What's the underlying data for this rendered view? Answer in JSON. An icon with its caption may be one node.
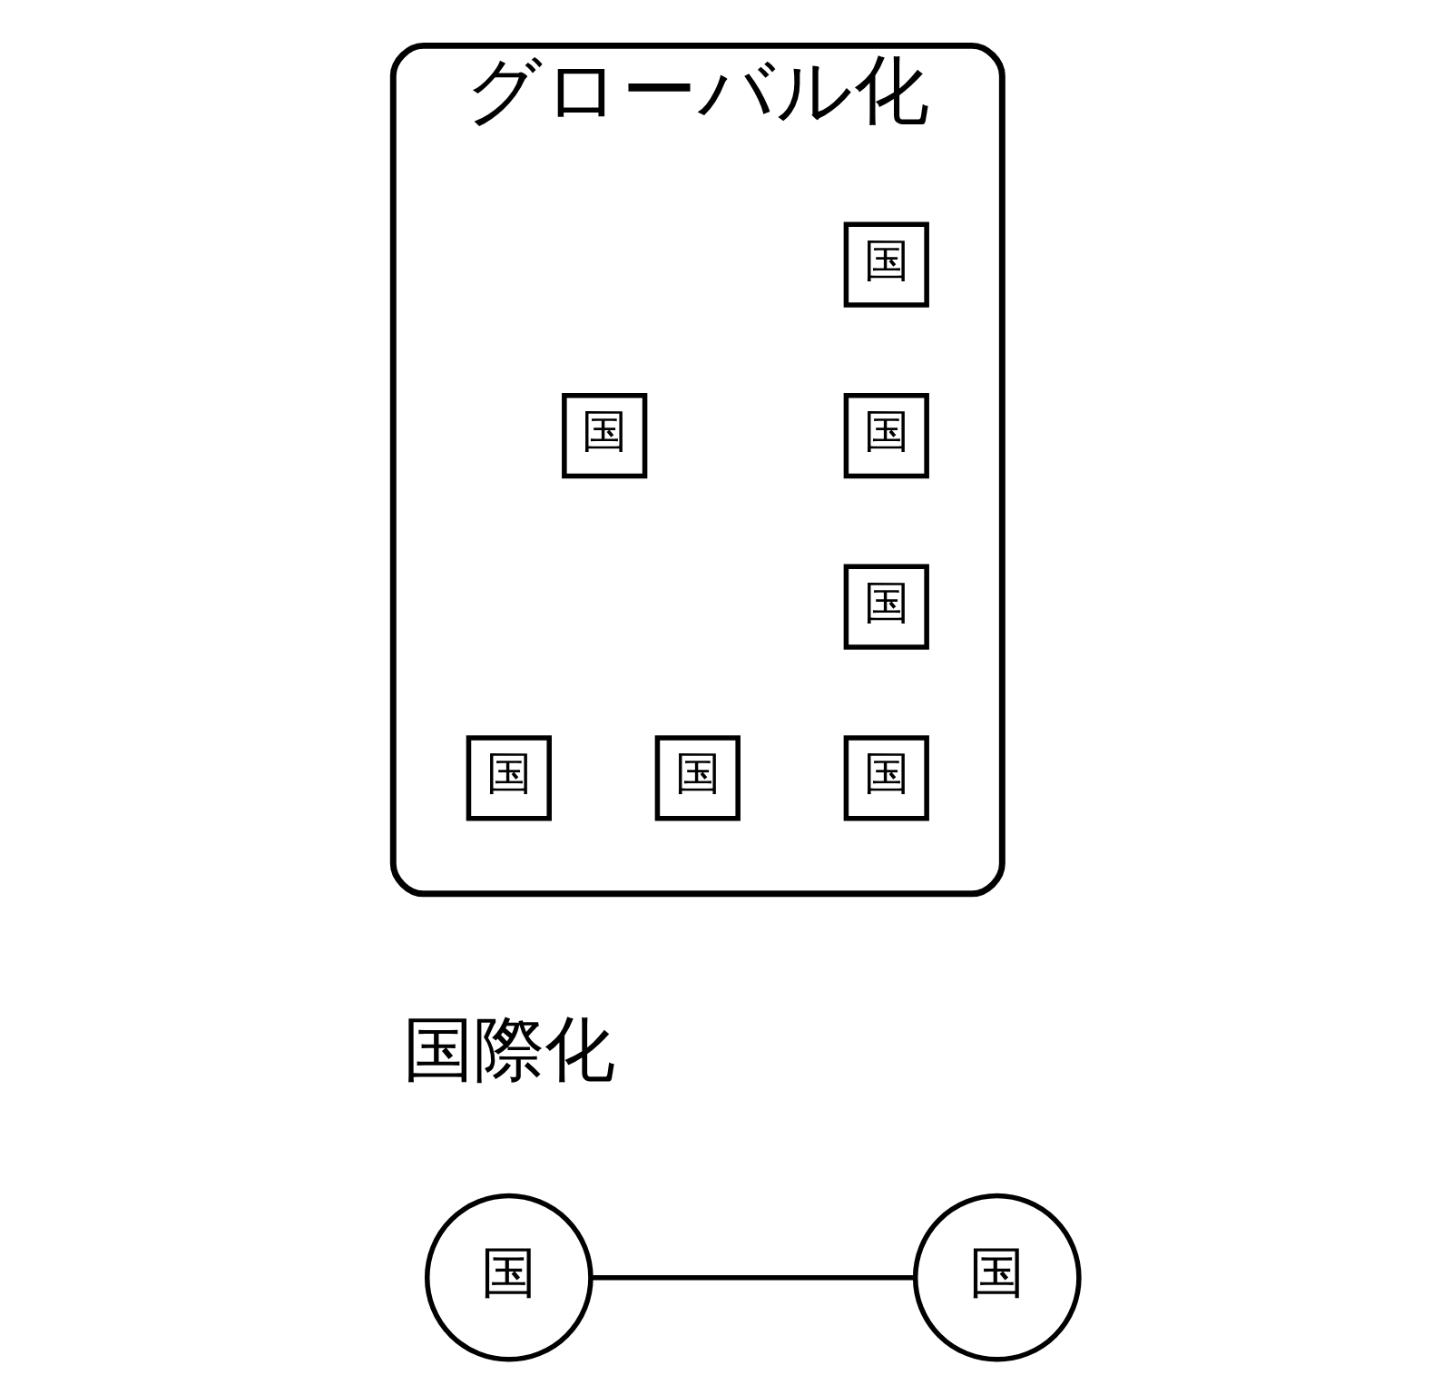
{
  "diagram": {
    "nodes": [
      {
        "text": [
          "グローバル化"
        ]
      },
      {
        "text": [
          "国"
        ],
        "in": 0
      },
      {
        "text": [
          "国"
        ],
        "in": 0
      },
      {
        "text": [
          "国"
        ],
        "in": 0
      },
      {
        "text": [
          "国"
        ],
        "in": 0
      },
      {
        "text": [
          "国"
        ],
        "in": 0
      },
      {
        "text": [
          "国"
        ],
        "in": 0
      },
      {
        "text": [
          "国"
        ],
        "in": 0
      },
      {
        "text": [
          "国"
        ]
      },
      {
        "text": [
          "国"
        ]
      }
    ],
    "edges": [
      {
        "from": 8,
        "to": 9,
        "arrow": "none"
      }
    ],
    "labels": [
      "国際化"
    ]
  }
}
